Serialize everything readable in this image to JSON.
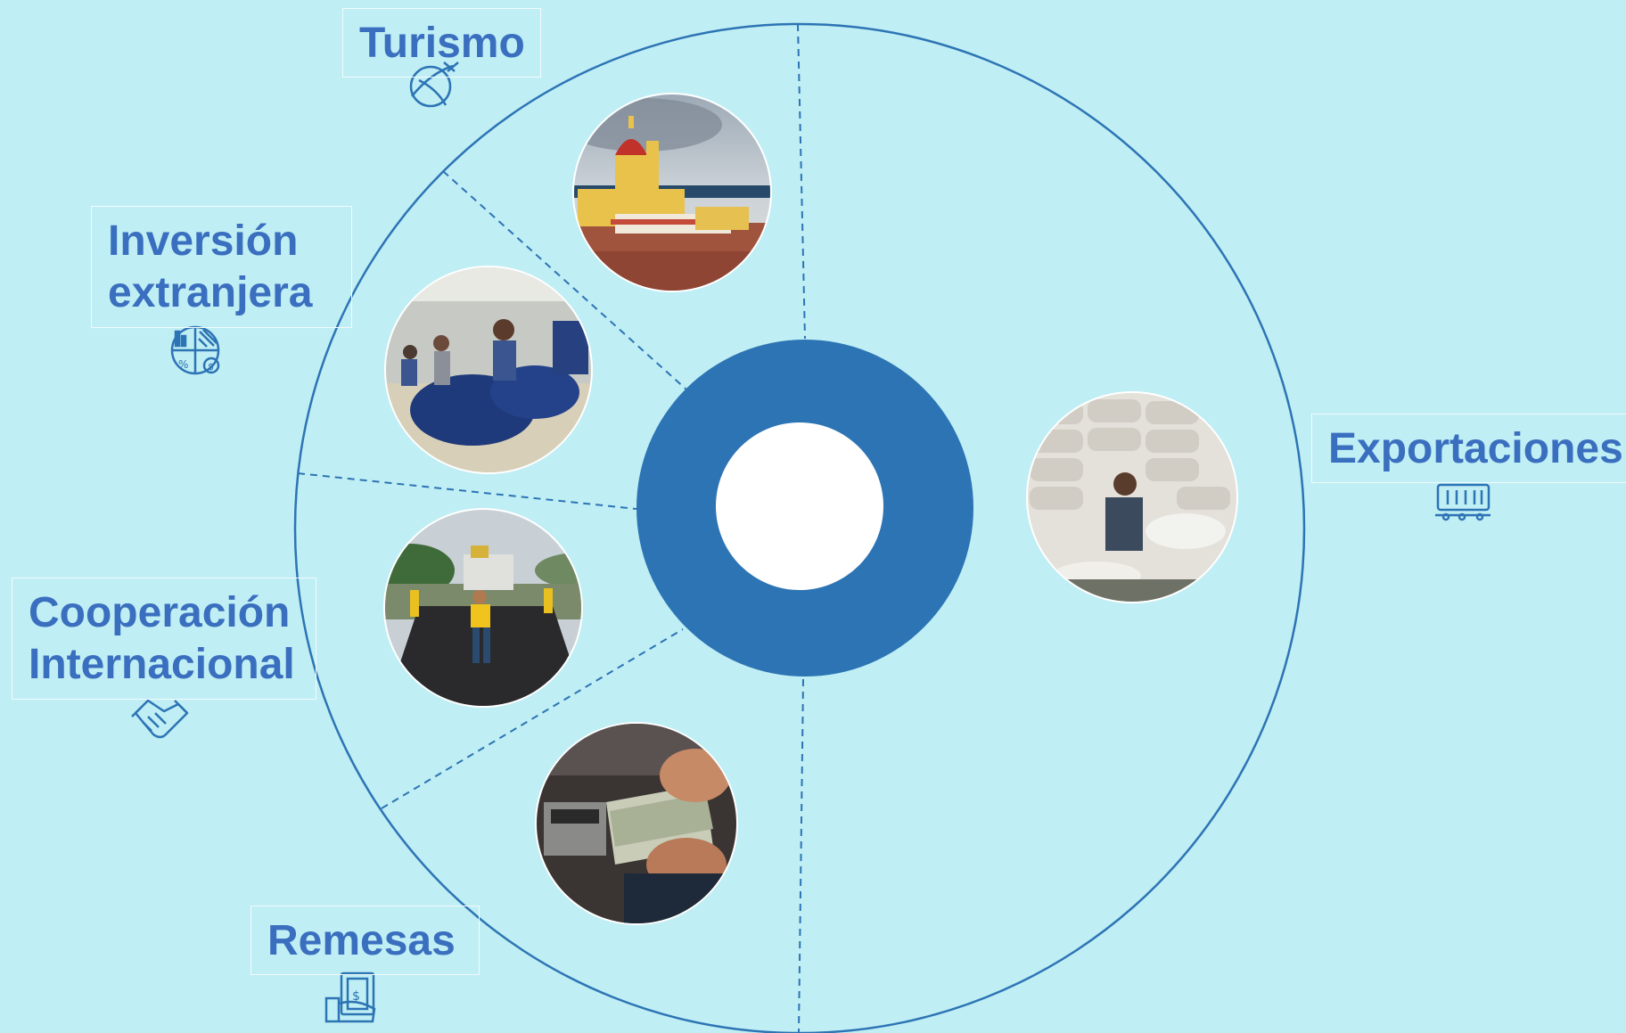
{
  "segments": [
    {
      "id": "turismo",
      "label_lines": [
        "Turismo"
      ],
      "icon": "plane-globe-icon",
      "photo": "colonial-cathedral-city-photo"
    },
    {
      "id": "inversion",
      "label_lines": [
        "Inversión",
        "extranjera"
      ],
      "icon": "finance-chart-icon",
      "photo": "textile-factory-workers-photo"
    },
    {
      "id": "cooperacion",
      "label_lines": [
        "Cooperación",
        "Internacional"
      ],
      "icon": "handshake-icon",
      "photo": "road-paving-workers-photo"
    },
    {
      "id": "remesas",
      "label_lines": [
        "Remesas"
      ],
      "icon": "cash-hand-icon",
      "photo": "counting-money-photo"
    },
    {
      "id": "exportaciones",
      "label_lines": [
        "Exportaciones"
      ],
      "icon": "cargo-container-icon",
      "photo": "sugar-sacks-warehouse-photo"
    }
  ],
  "colors": {
    "background": "#bfeef4",
    "accent": "#2d74b5",
    "label_text": "#3a6fbf",
    "label_border": "#f2fbfd"
  }
}
